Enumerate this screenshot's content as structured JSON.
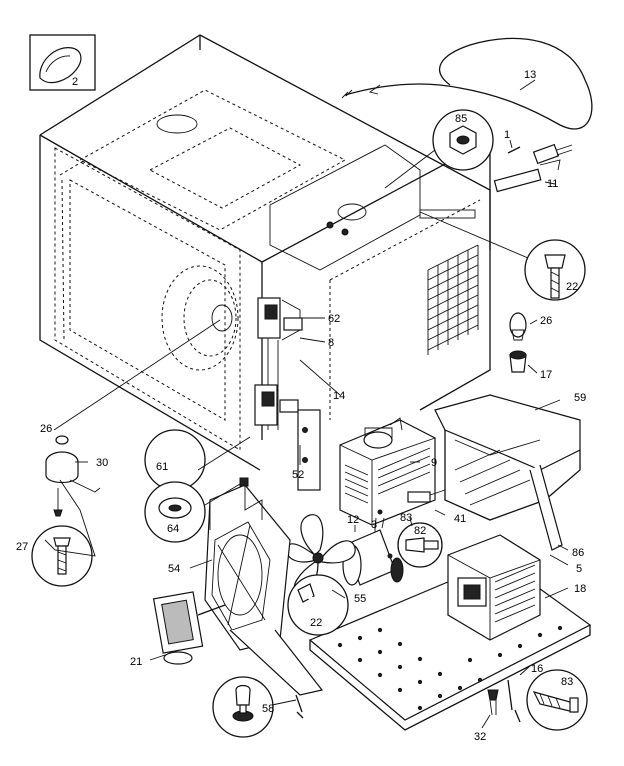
{
  "callouts": [
    {
      "id": "c2",
      "label": "2"
    },
    {
      "id": "c13",
      "label": "13"
    },
    {
      "id": "c85",
      "label": "85"
    },
    {
      "id": "c1",
      "label": "1"
    },
    {
      "id": "c11",
      "label": "11"
    },
    {
      "id": "c22a",
      "label": "22"
    },
    {
      "id": "c26a",
      "label": "26"
    },
    {
      "id": "c17",
      "label": "17"
    },
    {
      "id": "c62",
      "label": "62"
    },
    {
      "id": "c8",
      "label": "8"
    },
    {
      "id": "c14",
      "label": "14"
    },
    {
      "id": "c59",
      "label": "59"
    },
    {
      "id": "c26b",
      "label": "26"
    },
    {
      "id": "c30",
      "label": "30"
    },
    {
      "id": "c61",
      "label": "61"
    },
    {
      "id": "c52",
      "label": "52"
    },
    {
      "id": "c9",
      "label": "9"
    },
    {
      "id": "c64",
      "label": "64"
    },
    {
      "id": "c83a",
      "label": "83"
    },
    {
      "id": "c41",
      "label": "41"
    },
    {
      "id": "c12",
      "label": "12"
    },
    {
      "id": "c3",
      "label": "3"
    },
    {
      "id": "c82",
      "label": "82"
    },
    {
      "id": "c86",
      "label": "86"
    },
    {
      "id": "c27",
      "label": "27"
    },
    {
      "id": "c5",
      "label": "5"
    },
    {
      "id": "c54",
      "label": "54"
    },
    {
      "id": "c18",
      "label": "18"
    },
    {
      "id": "c55",
      "label": "55"
    },
    {
      "id": "c22b",
      "label": "22"
    },
    {
      "id": "c21",
      "label": "21"
    },
    {
      "id": "c16",
      "label": "16"
    },
    {
      "id": "c83b",
      "label": "83"
    },
    {
      "id": "c58",
      "label": "58"
    },
    {
      "id": "c32",
      "label": "32"
    }
  ]
}
